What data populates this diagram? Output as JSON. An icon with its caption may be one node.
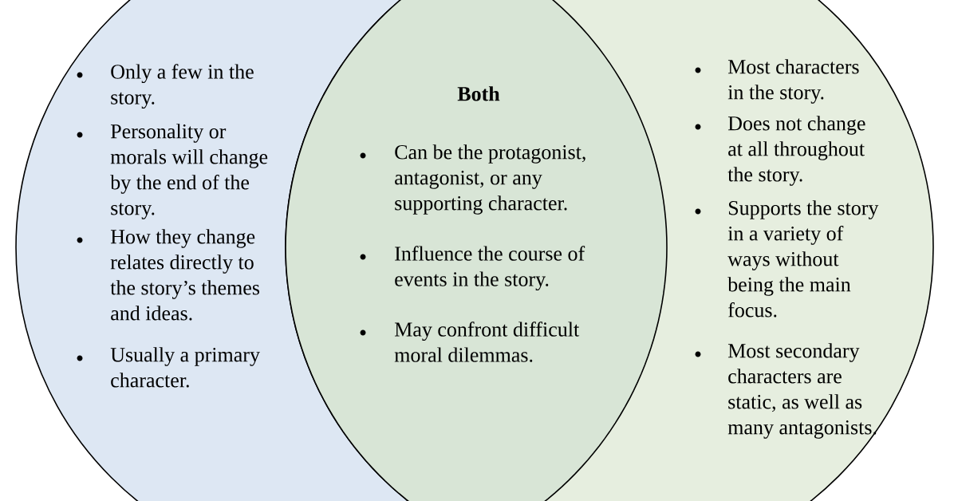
{
  "diagram": {
    "nodes": [
      {
        "text": [
          "Only a few in the story.",
          "Personality or morals will change by the end of the story.",
          "How they change relates directly to the story’s themes and ideas.",
          "Usually a primary character."
        ]
      },
      {
        "text": [
          "Most characters in the story.",
          "Does not change at all throughout the story.",
          "Supports the story in a variety of ways without being the main focus.",
          "Most secondary characters are static, as well as many antagonists."
        ]
      },
      {
        "text": [
          "Both",
          "Can be the protagonist, antagonist, or any supporting character.",
          "Influence the course of events in the story.",
          "May confront difficult moral dilemmas."
        ]
      }
    ]
  }
}
